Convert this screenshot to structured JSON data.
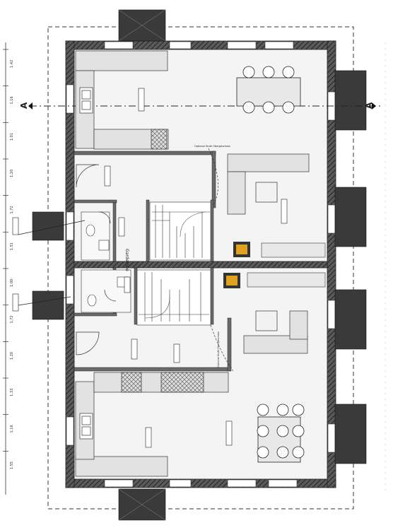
{
  "section_marker": {
    "left": "A",
    "right": "A"
  },
  "labels": {
    "garderobe": "Garderobe",
    "optional_top": "Optional Stufe Obergeschoss",
    "optional_bottom": "Optional Stufe Obergeschoss"
  },
  "dimension_ticks": [
    "1.42",
    "1.16",
    "1.01",
    "1.20",
    "1.72",
    "1.51",
    "1.00",
    "1.72",
    "1.20",
    "1.33",
    "1.16",
    "1.55"
  ],
  "colors": {
    "wall": "#4a4a4a",
    "wall_hatch": "#2e2e2e",
    "floor": "#f4f4f4",
    "furniture": "#e2e2e2",
    "dark_block": "#3a3a3a",
    "fire": "#e0a020",
    "line": "#333333"
  }
}
